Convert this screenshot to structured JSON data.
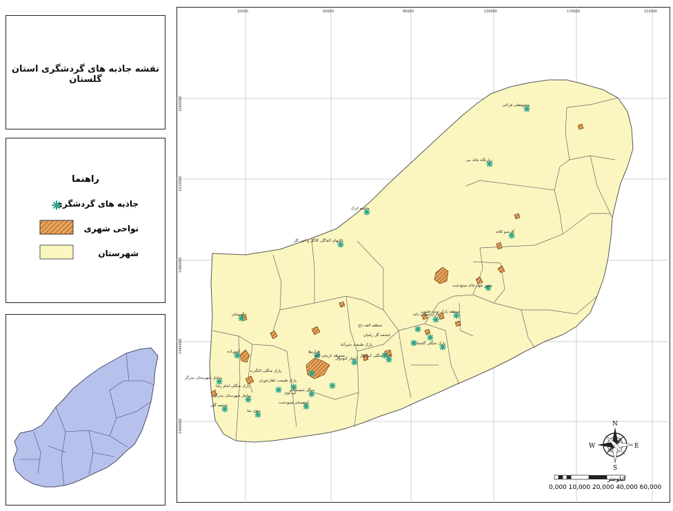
{
  "title": "نقشه جاذبه های گردشگری استان گلستان",
  "legend": {
    "heading": "راهنما",
    "items": [
      {
        "label": "جاذبه های گردشگری",
        "symbol": "green-asterisk"
      },
      {
        "label": "نواحی شهری",
        "symbol": "orange-hatched"
      },
      {
        "label": "شهرستان",
        "symbol": "pale-yellow-fill"
      }
    ]
  },
  "colors": {
    "province_fill": "#fbf6c0",
    "urban_fill": "#d98f3a",
    "attraction": "#2fa58a",
    "inset_fill": "#b6c1ec",
    "grid": "#bdbdbd"
  },
  "axes": {
    "x_ticks": [
      "10000",
      "50000",
      "90000",
      "130000",
      "170000",
      "210000"
    ],
    "y_ticks": [
      "1560000",
      "1520000",
      "1480000",
      "1440000",
      "1400000"
    ]
  },
  "compass": {
    "n": "N",
    "s": "S",
    "e": "E",
    "w": "W"
  },
  "scale": {
    "unit": "کیلومتر",
    "text": "0,000 10,000 20,000 40,000 60,000"
  },
  "attractions": [
    "مختومقلی فراغی",
    "زیارتگاه خالد نبی",
    "آق سو کلاته",
    "حاشیه اترک",
    "تالابهای آلماگل، آلاگل و آجی گل",
    "محور چهل چای مینودشت",
    "منطقه پارک توده جلدویز",
    "پارک جنگلی دلند",
    "چشمه گل رامیان",
    "منطقه القه داغ",
    "پارک جنگلی گلستان",
    "پارک طبیعت شیرآباد",
    "پارک جنگلی کبودوال",
    "گمیشان",
    "آشوراده",
    "ساحل شهرستان بندرگز",
    "هزارپیچ",
    "پارک جنگلی النگدره",
    "پارک طبیعت ناهارخوران",
    "جنگل شصتکلاته",
    "پارک جنگلی امام رضا",
    "ساحل شهرستان بندرگز",
    "محوطه تاریخی گنبد",
    "کردکوی",
    "چشمه گلی",
    "جهان نما",
    "آبشار کبودوال",
    "کوهستان مینودشت"
  ]
}
